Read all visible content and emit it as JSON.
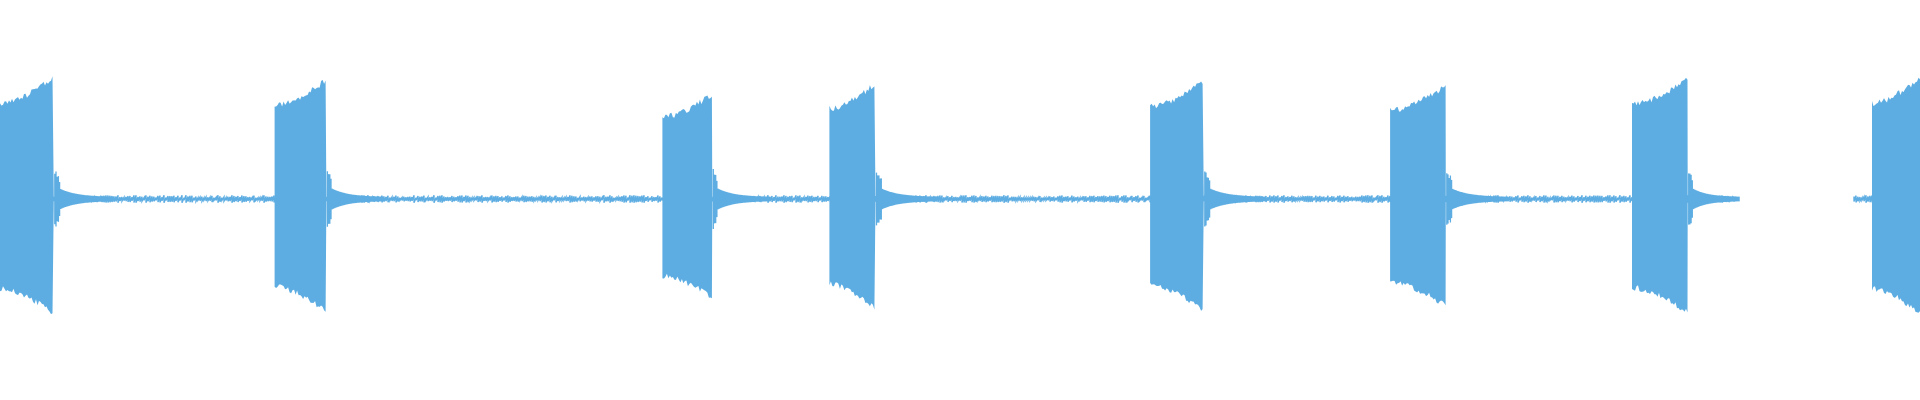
{
  "waveform": {
    "color": "#5dade2",
    "background": "#ffffff",
    "duration_normalized": 1.0,
    "bursts": [
      {
        "start": 0.0,
        "end": 0.028,
        "peak": 1.0,
        "tail": 0.031
      },
      {
        "start": 0.143,
        "end": 0.17,
        "peak": 0.98,
        "tail": 0.03
      },
      {
        "start": 0.345,
        "end": 0.371,
        "peak": 0.86,
        "tail": 0.03
      },
      {
        "start": 0.432,
        "end": 0.456,
        "peak": 0.95,
        "tail": 0.032
      },
      {
        "start": 0.599,
        "end": 0.627,
        "peak": 0.97,
        "tail": 0.033
      },
      {
        "start": 0.724,
        "end": 0.753,
        "peak": 0.93,
        "tail": 0.032
      },
      {
        "start": 0.85,
        "end": 0.879,
        "peak": 0.99,
        "tail": 0.027
      },
      {
        "start": 0.975,
        "end": 1.0,
        "peak": 1.0,
        "tail": 0.0
      }
    ],
    "silent_gaps": [
      {
        "start": 0.905,
        "end": 0.965
      }
    ]
  }
}
